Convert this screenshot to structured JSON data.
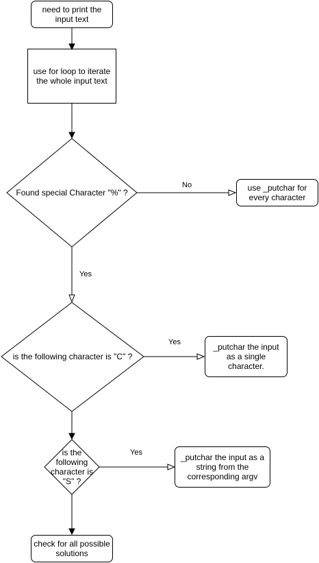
{
  "nodes": {
    "start": "need to print the input text",
    "loop": "use for loop to iterate the whole input text",
    "decision_percent": "Found special Character \"%\" ?",
    "putchar_every": "use _putchar for every character",
    "decision_c": "is the following character is \"C\" ?",
    "putchar_single": "_putchar the input as a single character.",
    "decision_s": "is the following character is \"S\" ?",
    "putchar_string": "_putchar the input as a string from the corresponding argv",
    "check_all": "check for all possible solutions"
  },
  "edges": {
    "percent_no": "No",
    "percent_yes": "Yes",
    "c_yes": "Yes",
    "s_yes": "Yes"
  }
}
